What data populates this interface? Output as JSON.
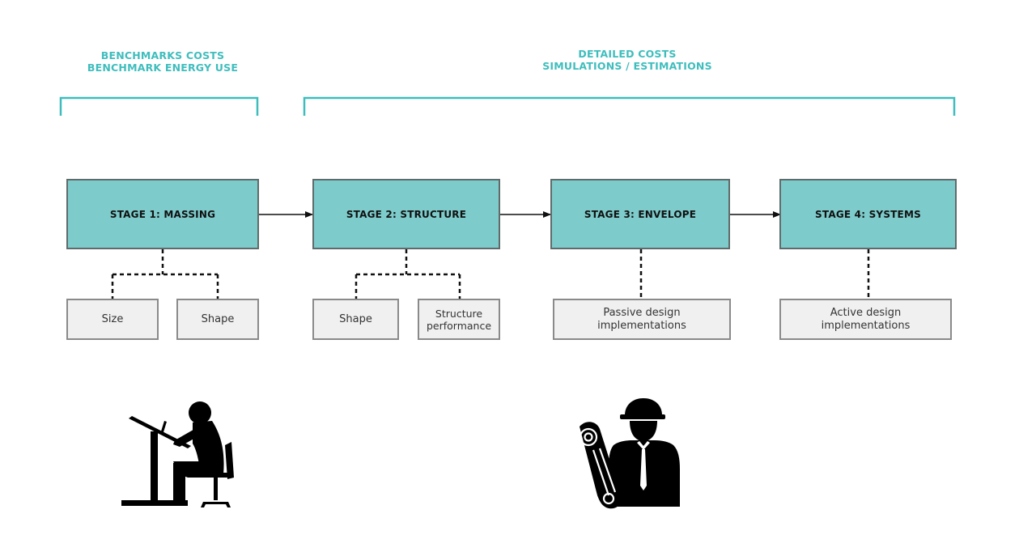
{
  "headings": {
    "benchmark": {
      "line1": "BENCHMARKS COSTS",
      "line2": "BENCHMARK ENERGY USE"
    },
    "detailed": {
      "line1": "DETAILED COSTS",
      "line2": "SIMULATIONS / ESTIMATIONS"
    }
  },
  "stages": [
    {
      "label": "STAGE 1: MASSING",
      "items": [
        "Size",
        "Shape"
      ]
    },
    {
      "label": "STAGE 2: STRUCTURE",
      "items": [
        "Shape",
        "Structure performance"
      ]
    },
    {
      "label": "STAGE 3: ENVELOPE",
      "items": [
        "Passive design implementations"
      ]
    },
    {
      "label": "STAGE 4: SYSTEMS",
      "items": [
        "Active design implementations"
      ]
    }
  ],
  "icons": {
    "left": "drafter-at-drafting-table-icon",
    "right": "engineer-with-hard-hat-and-blueprint-icon"
  },
  "colors": {
    "accent": "#3fbdbd",
    "stage_fill": "#7ecbcb",
    "stage_border": "#5f6b6b",
    "sub_fill": "#f0f0f0",
    "sub_border": "#8a8a8a",
    "connector": "#111111"
  }
}
